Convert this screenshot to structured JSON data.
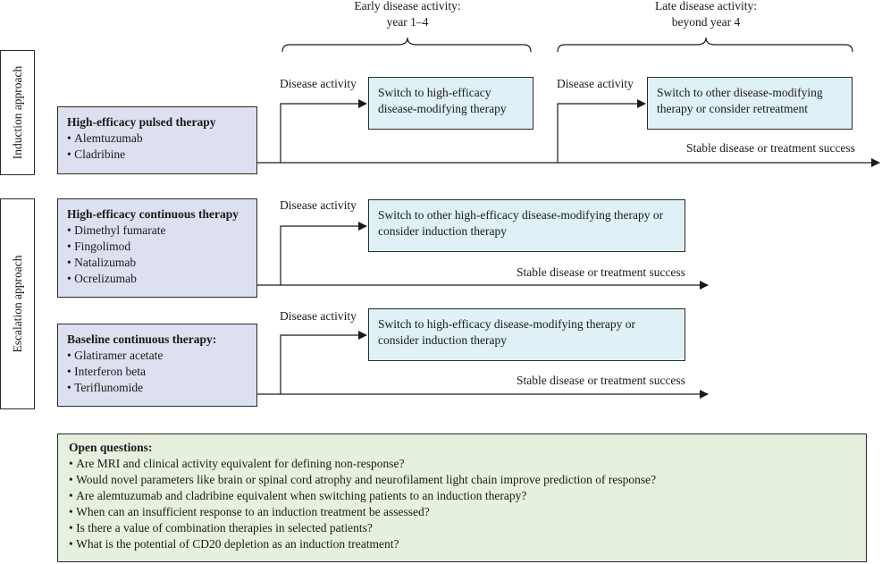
{
  "header": {
    "early_line1": "Early disease activity:",
    "early_line2": "year 1–4",
    "late_line1": "Late disease activity:",
    "late_line2": "beyond year 4"
  },
  "approaches": {
    "induction": "Induction approach",
    "escalation": "Escalation approach"
  },
  "therapies": {
    "pulsed": {
      "title": "High-efficacy pulsed therapy",
      "items": [
        "Alemtuzumab",
        "Cladribine"
      ]
    },
    "continuous": {
      "title": "High-efficacy continuous therapy",
      "items": [
        "Dimethyl fumarate",
        "Fingolimod",
        "Natalizumab",
        "Ocrelizumab"
      ]
    },
    "baseline": {
      "title": "Baseline continuous therapy:",
      "items": [
        "Glatiramer acetate",
        "Interferon beta",
        "Teriflunomide"
      ]
    }
  },
  "switches": {
    "induction_early": "Switch to high-efficacy disease-modifying therapy",
    "induction_late": "Switch to other disease-modifying therapy or consider retreatment",
    "continuous": "Switch to other high-efficacy disease-modifying therapy or consider induction therapy",
    "baseline": "Switch to high-efficacy disease-modifying therapy or consider induction therapy"
  },
  "labels": {
    "disease_activity": "Disease activity",
    "stable": "Stable disease or treatment success"
  },
  "questions": {
    "title": "Open questions:",
    "items": [
      "Are MRI and clinical activity equivalent for defining non-response?",
      "Would novel parameters like brain or spinal cord atrophy and neurofilament light chain improve prediction of response?",
      "Are alemtuzumab and cladribine equivalent when switching patients to an induction therapy?",
      "When can an insufficient response to an induction treatment be assessed?",
      "Is there a value of combination therapies in selected patients?",
      "What is the potential of CD20 depletion as an induction treatment?"
    ]
  },
  "colors": {
    "therapy_fill": "#dde0f0",
    "switch_fill": "#dff0f7",
    "questions_fill": "#e6f0df",
    "line": "#1a1a1a"
  }
}
